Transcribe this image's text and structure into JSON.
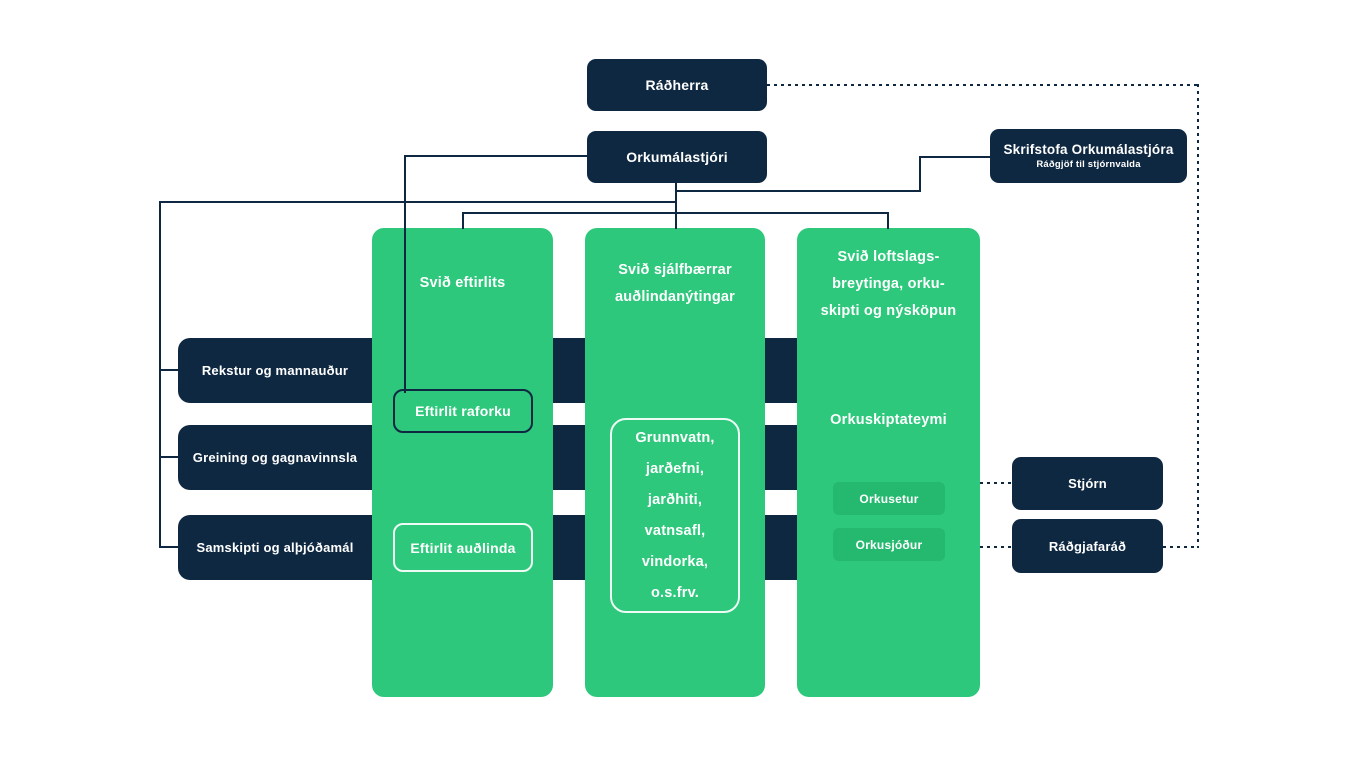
{
  "colors": {
    "navy": "#0f2841",
    "green": "#2dc87c",
    "green_dark": "#24b96e",
    "text": "#ffffff",
    "background": "#ffffff"
  },
  "top": {
    "minister": "Ráðherra",
    "director": "Orkumálastjóri"
  },
  "office": {
    "title": "Skrifstofa Orkumálastjóra",
    "subtitle": "Ráðgjöf til stjórnvalda"
  },
  "bars": [
    "Rekstur og mannauður",
    "Greining og gagnavinnsla",
    "Samskipti og alþjóðamál"
  ],
  "columns": [
    {
      "title_lines": [
        "Svið eftirlits"
      ],
      "items": [
        "Eftirlit raforku",
        "Eftirlit auðlinda"
      ]
    },
    {
      "title_lines": [
        "Svið sjálfbærrar",
        "auðlindanýtingar"
      ],
      "list_lines": [
        "Grunnvatn,",
        "jarðefni,",
        "jarðhiti,",
        "vatnsafl,",
        "vindorka,",
        "o.s.frv."
      ]
    },
    {
      "title_lines": [
        "Svið loftslags-",
        "breytinga, orku-",
        "skipti og nýsköpun"
      ],
      "team_label": "Orkuskiptateymi",
      "buttons": [
        "Orkusetur",
        "Orkusjóður"
      ]
    }
  ],
  "right_boxes": [
    "Stjórn",
    "Ráðgjafaráð"
  ]
}
